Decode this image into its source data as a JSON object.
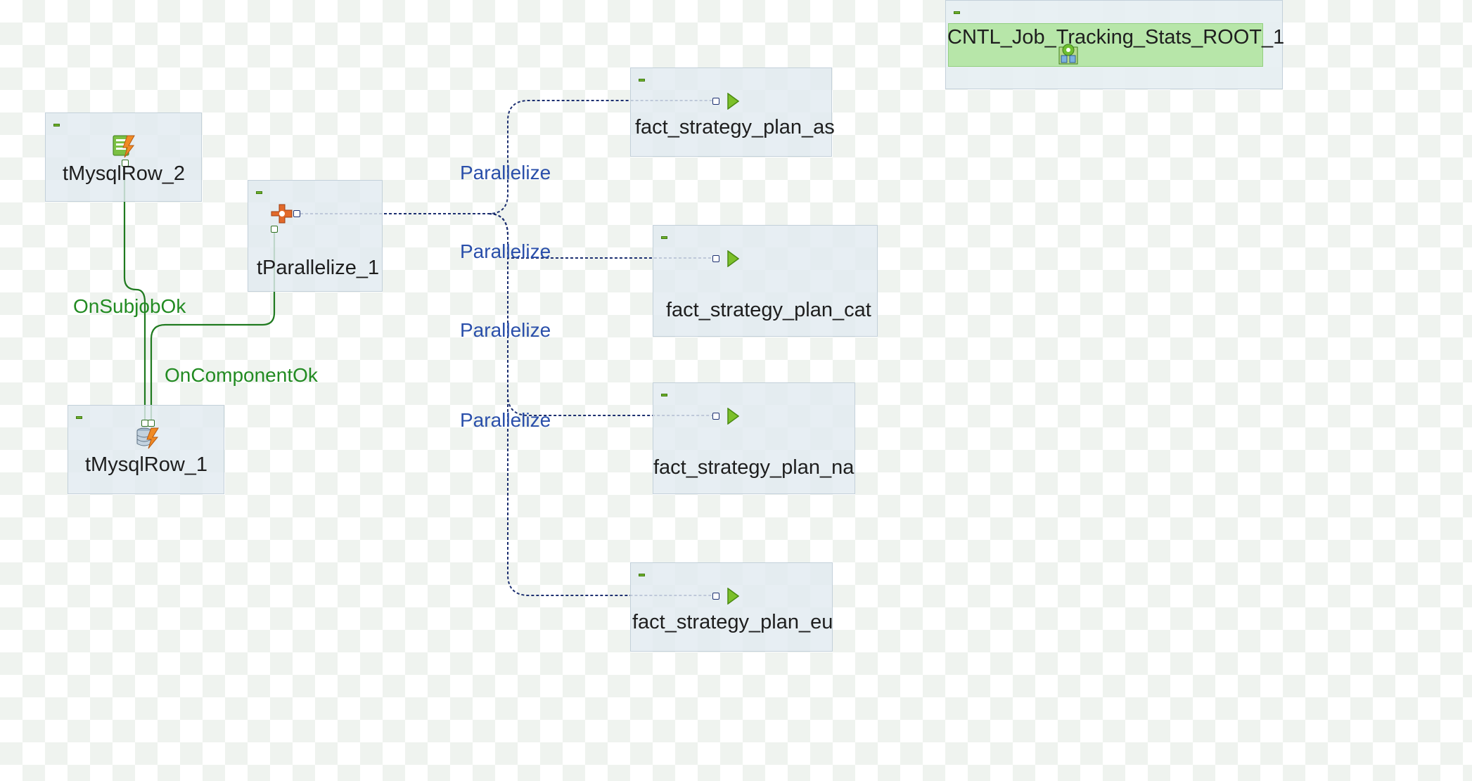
{
  "canvas": {
    "accent_green": "#228b22",
    "accent_blue": "#2a4faa",
    "subjob_bg": "#e2eaf0",
    "title_bar_bg": "#b7e6a9"
  },
  "components": {
    "mysql_row_2": {
      "label": "tMysqlRow_2",
      "icon": "mysql-row-icon"
    },
    "mysql_row_1": {
      "label": "tMysqlRow_1",
      "icon": "mysql-row-icon"
    },
    "parallelize_1": {
      "label": "tParallelize_1",
      "icon": "parallelize-icon"
    },
    "plan_as": {
      "label": "fact_strategy_plan_as",
      "icon": "run-job-icon"
    },
    "plan_cat": {
      "label": "fact_strategy_plan_cat",
      "icon": "run-job-icon"
    },
    "plan_na": {
      "label": "fact_strategy_plan_na",
      "icon": "run-job-icon"
    },
    "plan_eu": {
      "label": "fact_strategy_plan_eu",
      "icon": "run-job-icon"
    },
    "cntl_root": {
      "label": "CNTL_Job_Tracking_Stats_ROOT_1",
      "icon": "job-root-icon"
    }
  },
  "connections": {
    "on_subjob_ok": "OnSubjobOk",
    "on_component_ok": "OnComponentOk",
    "parallelize_1": "Parallelize",
    "parallelize_2": "Parallelize",
    "parallelize_3": "Parallelize",
    "parallelize_4": "Parallelize"
  }
}
